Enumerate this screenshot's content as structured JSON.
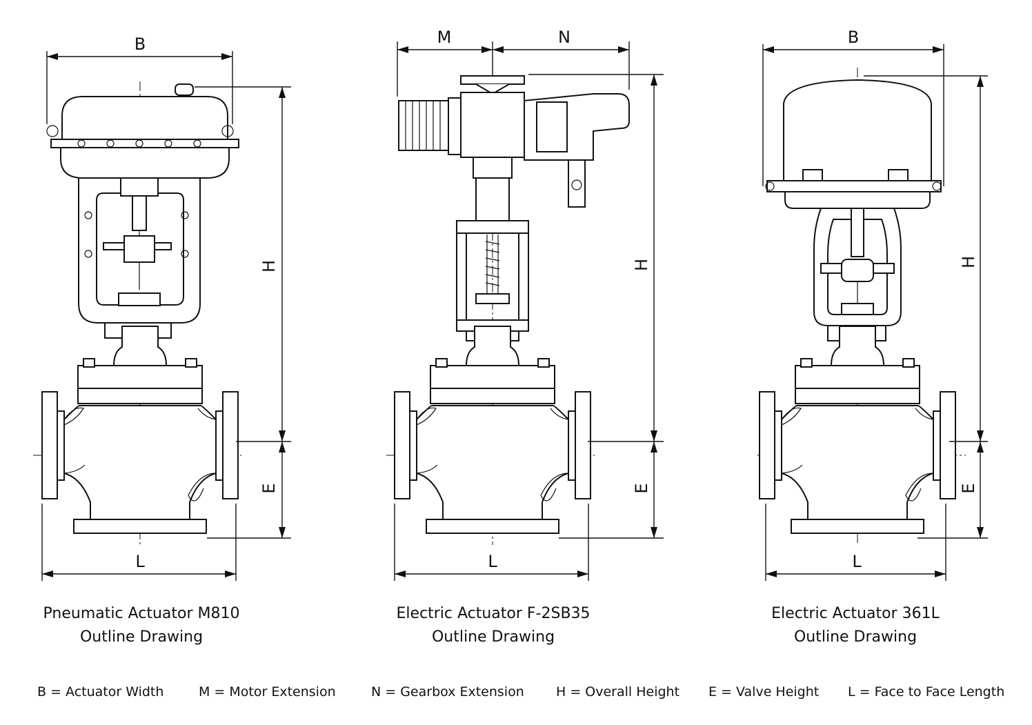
{
  "drawings": [
    {
      "id": "pneumatic-m810",
      "title": "Pneumatic Actuator M810",
      "subtitle": "Outline Drawing",
      "dimensions": {
        "top": "B",
        "height": "H",
        "valve": "E",
        "bottom": "L"
      }
    },
    {
      "id": "electric-f2sb35",
      "title": "Electric Actuator F-2SB35",
      "subtitle": "Outline Drawing",
      "dimensions": {
        "top_left": "M",
        "top_right": "N",
        "height": "H",
        "valve": "E",
        "bottom": "L"
      }
    },
    {
      "id": "electric-361l",
      "title": "Electric Actuator 361L",
      "subtitle": "Outline Drawing",
      "dimensions": {
        "top": "B",
        "height": "H",
        "valve": "E",
        "bottom": "L"
      }
    }
  ],
  "legend": [
    {
      "key": "B",
      "text": "B = Actuator Width"
    },
    {
      "key": "M",
      "text": "M = Motor Extension"
    },
    {
      "key": "N",
      "text": "N = Gearbox Extension"
    },
    {
      "key": "H",
      "text": "H = Overall Height"
    },
    {
      "key": "E",
      "text": "E = Valve Height"
    },
    {
      "key": "L",
      "text": "L = Face to Face Length"
    }
  ]
}
